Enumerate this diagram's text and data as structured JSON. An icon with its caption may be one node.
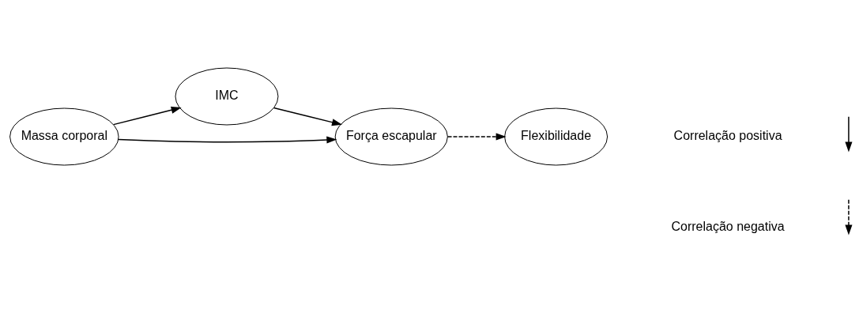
{
  "diagram": {
    "nodes": [
      {
        "text": [
          "IMC"
        ]
      },
      {
        "text": [
          "Força escapular"
        ]
      },
      {
        "text": [
          "Massa corporal"
        ]
      },
      {
        "text": [
          "Flexibilidade"
        ]
      }
    ],
    "edges": [
      {
        "from": 0,
        "to": 1,
        "arrow": "to"
      },
      {
        "from": 2,
        "to": 0,
        "arrow": "to"
      },
      {
        "from": 2,
        "to": 1,
        "arrow": "to"
      },
      {
        "from": 1,
        "to": 3,
        "arrow": "to",
        "style": "dashed"
      }
    ],
    "legend": [
      {
        "text": "Correlação positiva"
      },
      {
        "text": "Correlação negativa"
      }
    ]
  }
}
